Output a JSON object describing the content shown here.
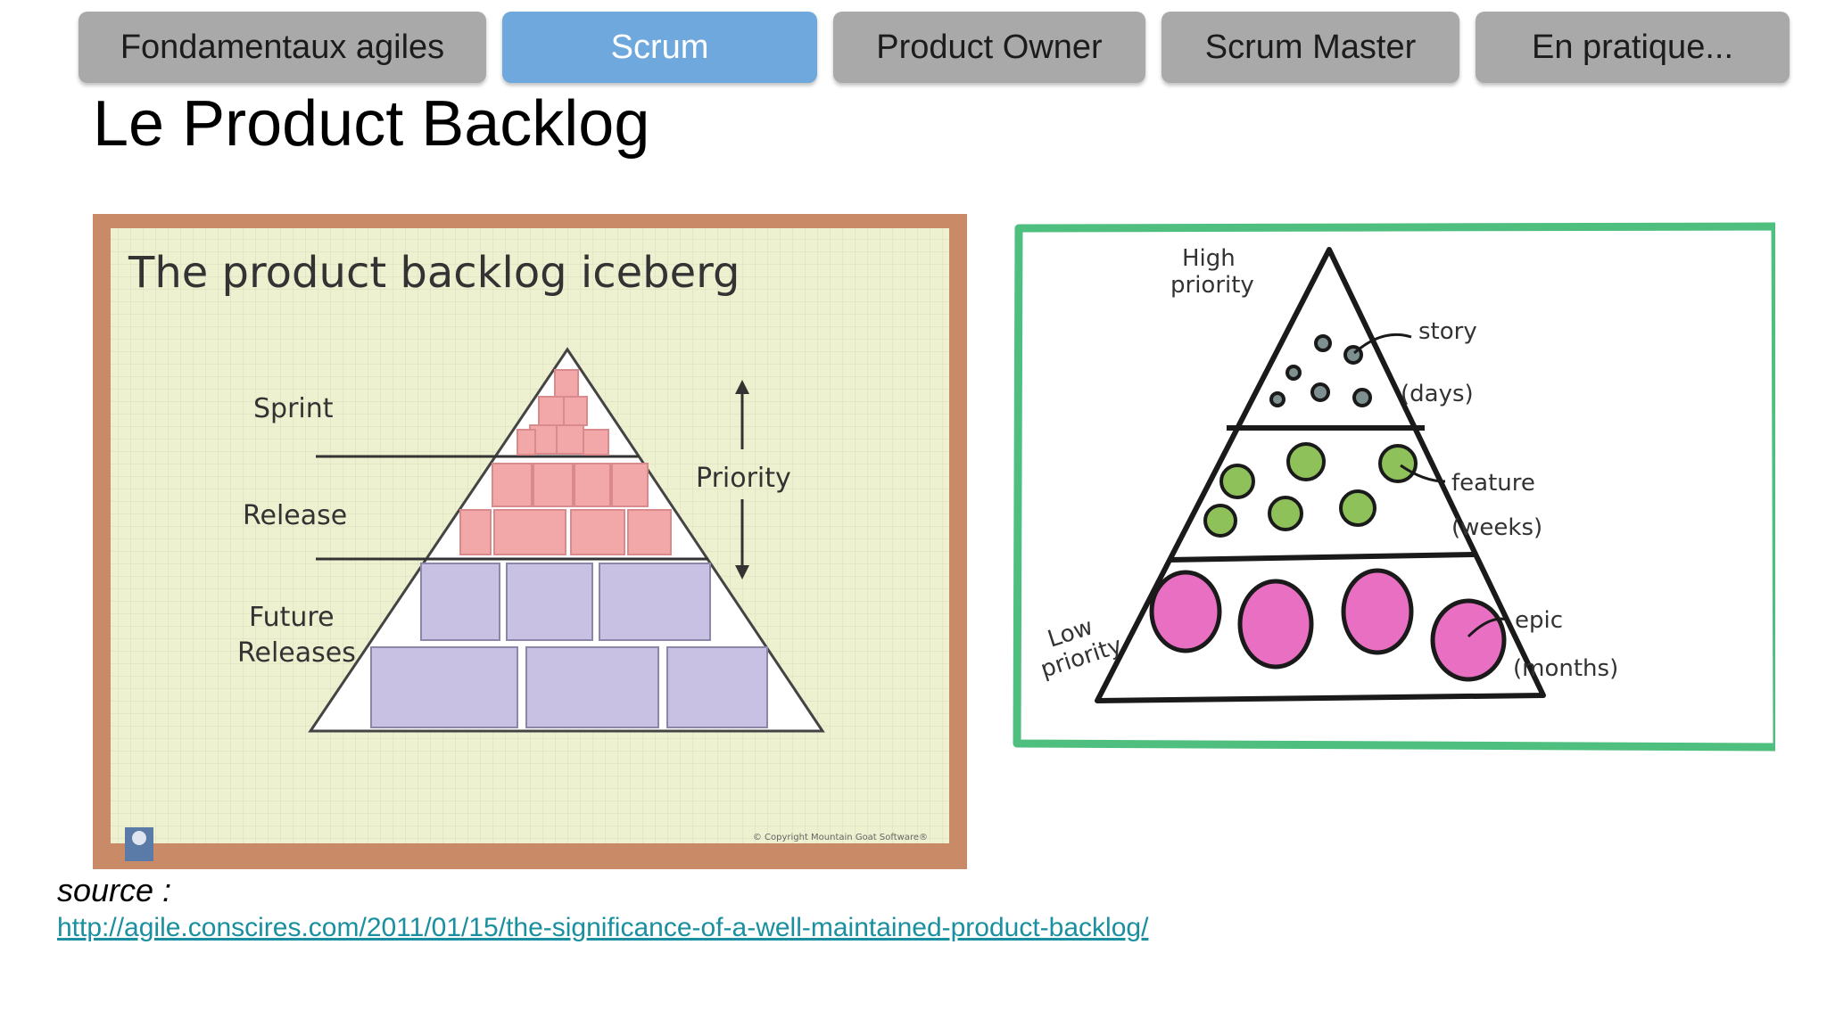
{
  "tabs": [
    {
      "label": "Fondamentaux agiles",
      "active": false
    },
    {
      "label": "Scrum",
      "active": true
    },
    {
      "label": "Product Owner",
      "active": false
    },
    {
      "label": "Scrum Master",
      "active": false
    },
    {
      "label": "En pratique...",
      "active": false
    }
  ],
  "slide_title": "Le Product Backlog",
  "left_image": {
    "heading": "The product backlog iceberg",
    "labels": {
      "sprint": "Sprint",
      "release": "Release",
      "future_line1": "Future",
      "future_line2": "Releases",
      "priority": "Priority"
    },
    "copyright": "© Copyright Mountain Goat Software®"
  },
  "right_image": {
    "high_priority_1": "High",
    "high_priority_2": "priority",
    "low_priority_1": "Low",
    "low_priority_2": "priority",
    "story": "story",
    "days": "(days)",
    "feature": "feature",
    "weeks": "(weeks)",
    "epic": "epic",
    "months": "(months)"
  },
  "source": {
    "label": "source :",
    "url": "http://agile.conscires.com/2011/01/15/the-significance-of-a-well-maintained-product-backlog/"
  },
  "colors": {
    "tab_active": "#6fa8dc",
    "tab_inactive": "#a9a9a9",
    "link": "#1a8fa0",
    "sprint_block": "#f2a7a9",
    "future_block": "#c9c1e3",
    "epic": "#e96fc2",
    "feature": "#8fc15a",
    "frame_green": "#4fbf7f"
  }
}
